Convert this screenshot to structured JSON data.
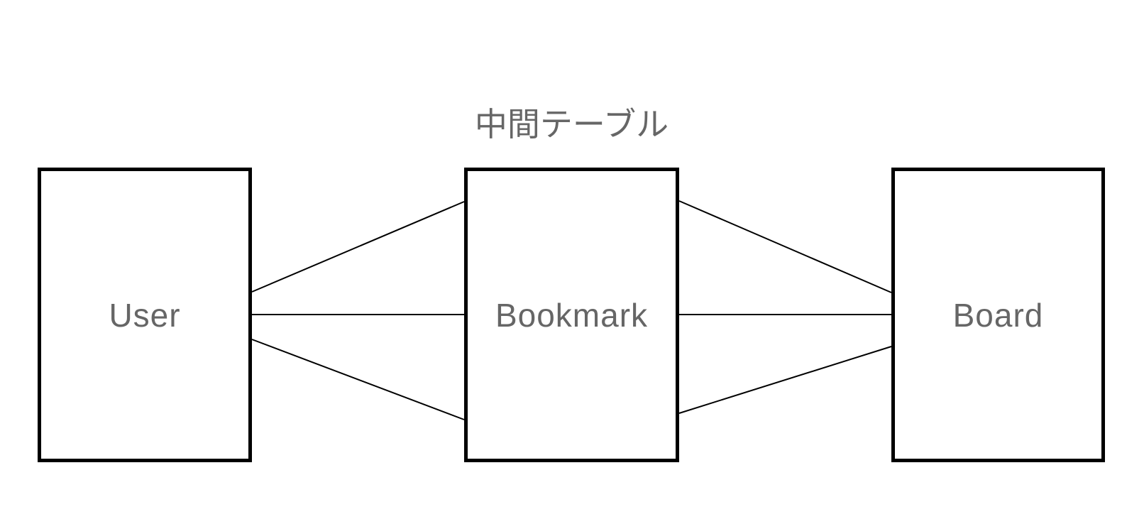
{
  "diagram": {
    "title": "中間テーブル",
    "nodes": [
      {
        "id": "user",
        "label": "User"
      },
      {
        "id": "bookmark",
        "label": "Bookmark"
      },
      {
        "id": "board",
        "label": "Board"
      }
    ],
    "connections": [
      {
        "from": "User",
        "to": "Bookmark",
        "position": "top"
      },
      {
        "from": "User",
        "to": "Bookmark",
        "position": "middle"
      },
      {
        "from": "User",
        "to": "Bookmark",
        "position": "bottom"
      },
      {
        "from": "Bookmark",
        "to": "Board",
        "position": "top"
      },
      {
        "from": "Bookmark",
        "to": "Board",
        "position": "middle"
      },
      {
        "from": "Bookmark",
        "to": "Board",
        "position": "bottom"
      }
    ],
    "colors": {
      "background": "#ffffff",
      "box_border": "#000000",
      "box_fill": "#ffffff",
      "label_text": "#666666",
      "connector_line": "#000000"
    }
  }
}
